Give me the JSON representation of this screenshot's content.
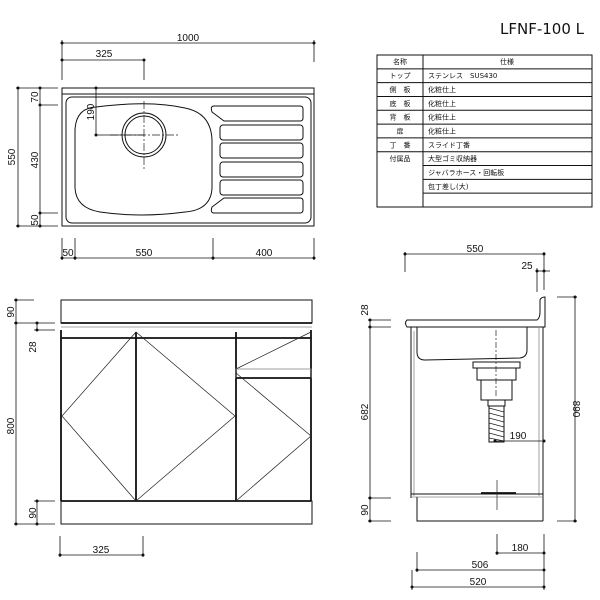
{
  "title": "LFNF-100 L",
  "top_view": {
    "dims": {
      "width_total": "1000",
      "drain_offset_x": "325",
      "depth_total": "550",
      "back_margin": "70",
      "bowl_depth": "430",
      "front_margin": "50",
      "drain_offset_y": "190",
      "left_margin": "50",
      "bowl_width": "550",
      "drainboard_width": "400"
    }
  },
  "front_view": {
    "dims": {
      "top_height": "90",
      "rail": "28",
      "cabinet_height": "800",
      "plinth": "90",
      "door_width": "325"
    }
  },
  "side_view": {
    "dims": {
      "depth": "550",
      "backsplash": "25",
      "total_height": "890",
      "top_thickness": "28",
      "body_height": "682",
      "plinth": "90",
      "drain_from_back": "190",
      "floor_drain_from_back": "180",
      "inner_depth": "506",
      "body_depth": "520"
    }
  },
  "spec_table": {
    "headers": [
      "名称",
      "仕様"
    ],
    "rows": [
      {
        "name": "トップ",
        "spec": "ステンレス　SUS430"
      },
      {
        "name": "側　板",
        "spec": "化粧仕上"
      },
      {
        "name": "底　板",
        "spec": "化粧仕上"
      },
      {
        "name": "背　板",
        "spec": "化粧仕上"
      },
      {
        "name": "扉",
        "spec": "化粧仕上"
      },
      {
        "name": "丁　番",
        "spec": "スライド丁番"
      },
      {
        "name": "付属品",
        "spec": "大型ゴミ収納器"
      },
      {
        "name": "",
        "spec": "ジャバラホース・回転板"
      },
      {
        "name": "",
        "spec": "包丁差し(大)"
      },
      {
        "name": "",
        "spec": ""
      }
    ]
  }
}
